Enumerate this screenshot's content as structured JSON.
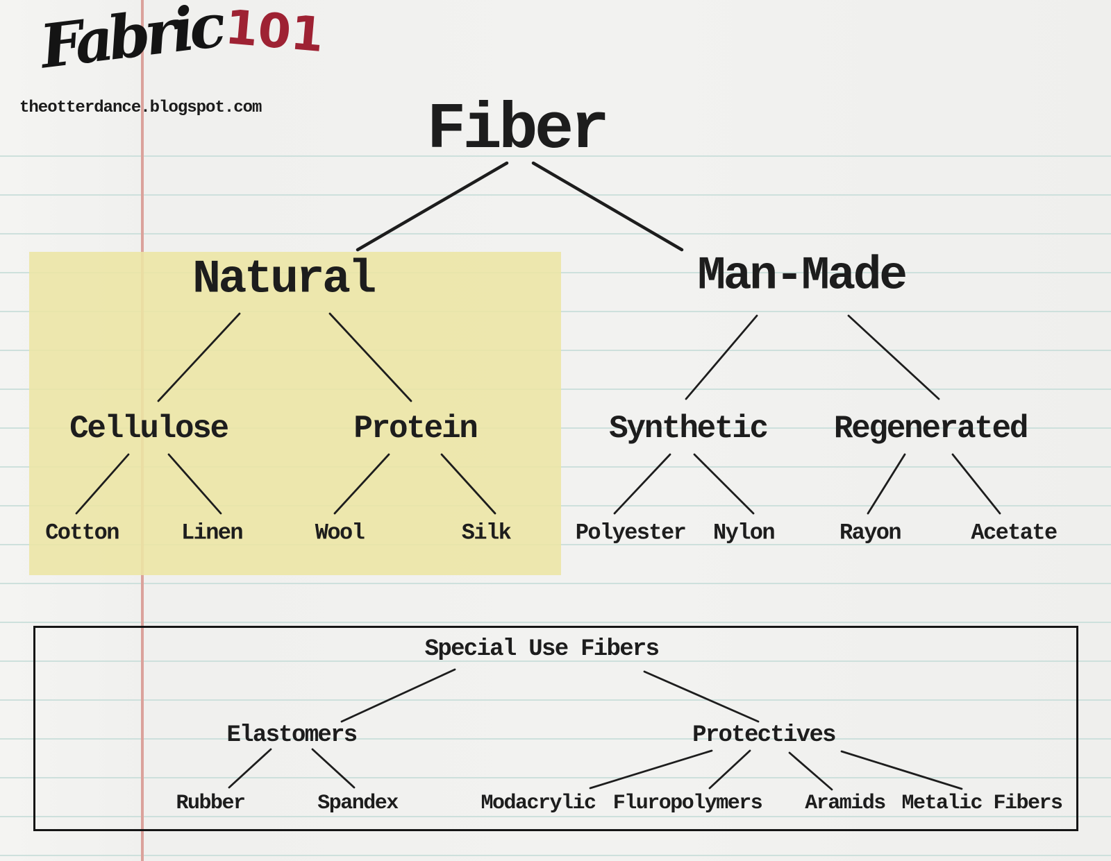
{
  "logo": {
    "brand": "Fabric",
    "number": "101",
    "tagline": "theotterdance.blogspot.com"
  },
  "tree": {
    "root": {
      "label": "Fiber"
    },
    "branches": [
      {
        "label": "Natural",
        "highlighted": true,
        "children": [
          {
            "label": "Cellulose",
            "children": [
              {
                "label": "Cotton"
              },
              {
                "label": "Linen"
              }
            ]
          },
          {
            "label": "Protein",
            "children": [
              {
                "label": "Wool"
              },
              {
                "label": "Silk"
              }
            ]
          }
        ]
      },
      {
        "label": "Man-Made",
        "highlighted": false,
        "children": [
          {
            "label": "Synthetic",
            "children": [
              {
                "label": "Polyester"
              },
              {
                "label": "Nylon"
              }
            ]
          },
          {
            "label": "Regenerated",
            "children": [
              {
                "label": "Rayon"
              },
              {
                "label": "Acetate"
              }
            ]
          }
        ]
      }
    ]
  },
  "special_box": {
    "title": "Special Use Fibers",
    "groups": [
      {
        "label": "Elastomers",
        "children": [
          {
            "label": "Rubber"
          },
          {
            "label": "Spandex"
          }
        ]
      },
      {
        "label": "Protectives",
        "children": [
          {
            "label": "Modacrylic"
          },
          {
            "label": "Fluropolymers"
          },
          {
            "label": "Aramids"
          },
          {
            "label": "Metalic Fibers"
          }
        ]
      }
    ]
  },
  "colors": {
    "paper": "#f1f1ef",
    "rule_line": "#cde0dc",
    "margin_line": "#dba29b",
    "highlight": "#ece5a4",
    "ink": "#1d1d1d",
    "logo_red": "#9e2233"
  }
}
